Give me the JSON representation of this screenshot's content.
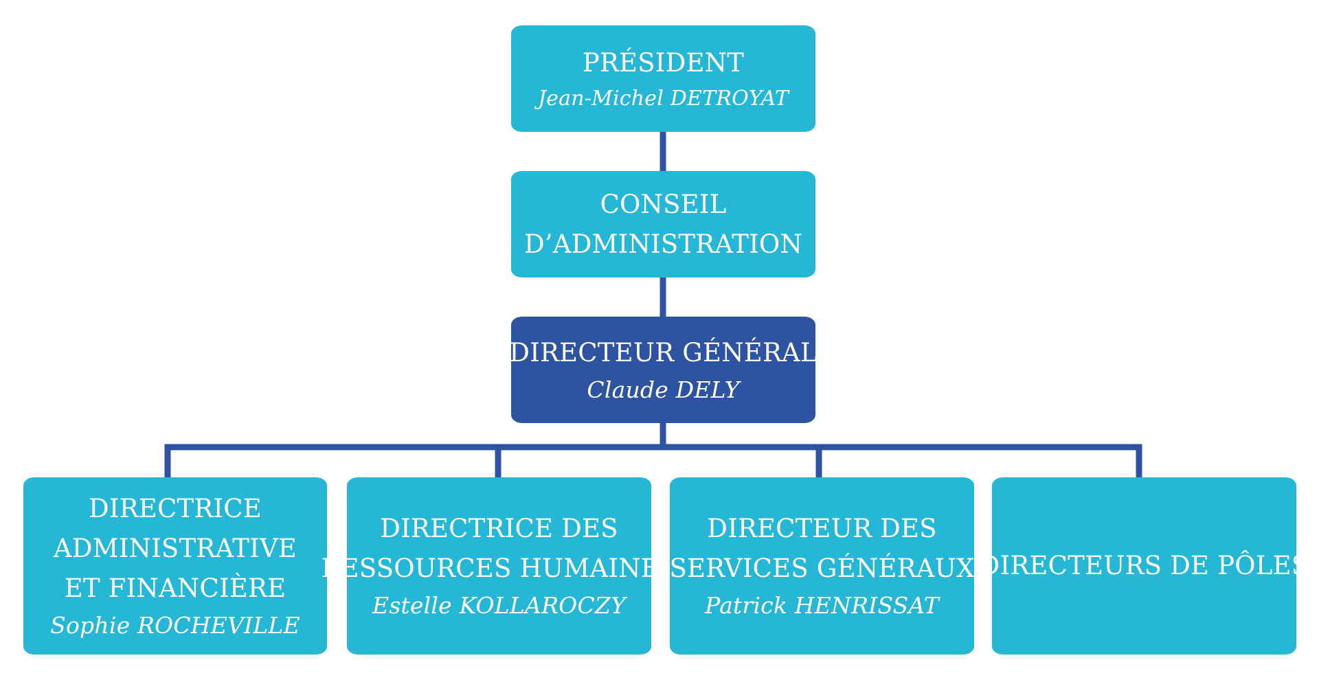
{
  "colors": {
    "light_box": "#25b7d5",
    "dark_box": "#2e53a1",
    "connector": "#2e53a1",
    "text": "#ffffff"
  },
  "president": {
    "title": "PRÉSIDENT",
    "name": "Jean-Michel DETROYAT"
  },
  "conseil": {
    "title_line1": "CONSEIL",
    "title_line2": "D’ADMINISTRATION"
  },
  "directeur_general": {
    "title": "DIRECTEUR GÉNÉRAL",
    "name": "Claude DELY"
  },
  "directors": [
    {
      "lines": [
        "DIRECTRICE",
        "ADMINISTRATIVE",
        "ET FINANCIÈRE"
      ],
      "name": "Sophie ROCHEVILLE"
    },
    {
      "lines": [
        "DIRECTRICE DES",
        "RESSOURCES HUMAINES"
      ],
      "name": "Estelle KOLLAROCZY"
    },
    {
      "lines": [
        "DIRECTEUR DES",
        "SERVICES GÉNÉRAUX"
      ],
      "name": "Patrick HENRISSAT"
    },
    {
      "lines": [
        "DIRECTEURS DE PÔLES"
      ],
      "name": ""
    }
  ]
}
